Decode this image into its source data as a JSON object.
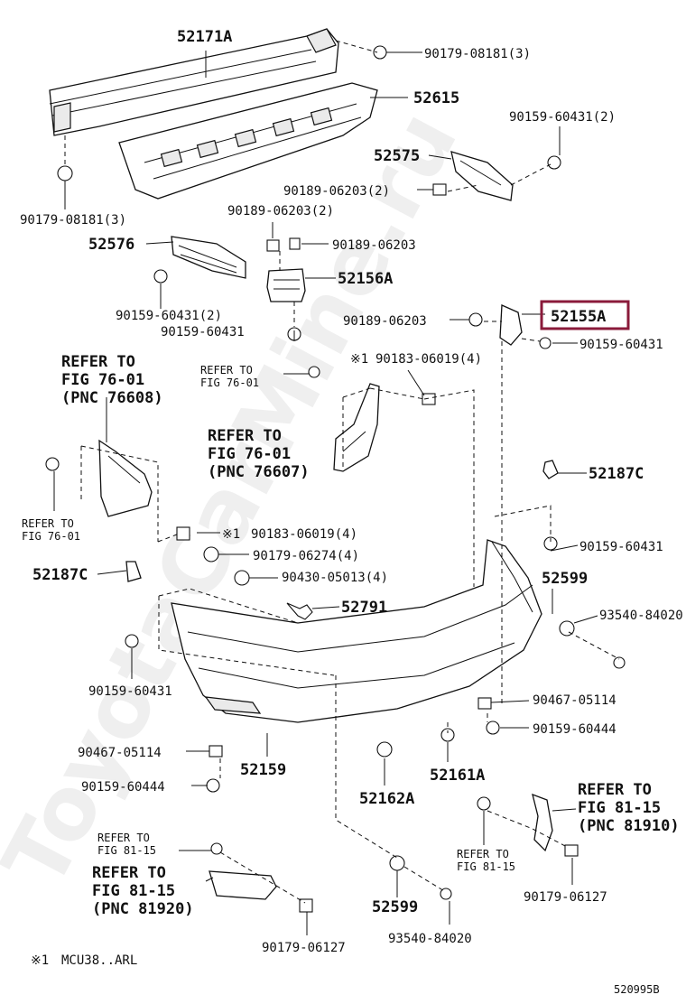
{
  "watermark": "ToyotaCarMine.ru",
  "diagram_code": "520995B",
  "footnote": {
    "mark": "※1",
    "text": "MCU38..ARL"
  },
  "highlighted_part": "52155A",
  "labels": {
    "p52171A": "52171A",
    "p90179_08181_3_top": "90179-08181(3)",
    "p52615": "52615",
    "p90159_60431_2_top": "90159-60431(2)",
    "p52575": "52575",
    "p90189_06203_2_mid": "90189-06203(2)",
    "p90179_08181_3_left": "90179-08181(3)",
    "p90189_06203_2_left": "90189-06203(2)",
    "p52576": "52576",
    "p90189_06203_a": "90189-06203",
    "p52156A": "52156A",
    "p90159_60431_2_left": "90159-60431(2)",
    "p90159_60431_a": "90159-60431",
    "p90189_06203_b": "90189-06203",
    "p52155A": "52155A",
    "p90159_60431_b": "90159-60431",
    "p90183_06019_4_top": "90183-06019(4)",
    "p90183_06019_4_mid": "90183-06019(4)",
    "p90179_06274_4": "90179-06274(4)",
    "p90430_05013_4": "90430-05013(4)",
    "p52187C_right": "52187C",
    "p90159_60431_c": "90159-60431",
    "p52187C_left": "52187C",
    "p52791": "52791",
    "p52599_right": "52599",
    "p93540_84020_right": "93540-84020",
    "p90159_60431_d": "90159-60431",
    "p90467_05114_right": "90467-05114",
    "p90159_60444_right": "90159-60444",
    "p90467_05114_left": "90467-05114",
    "p52159": "52159",
    "p90159_60444_left": "90159-60444",
    "p52162A": "52162A",
    "p52161A": "52161A",
    "p52599_bottom": "52599",
    "p93540_84020_bottom": "93540-84020",
    "p90179_06127_right": "90179-06127",
    "p90179_06127_bottom": "90179-06127"
  },
  "refs": {
    "ref_76_01_76608": [
      "REFER TO",
      "FIG 76-01",
      "(PNC 76608)"
    ],
    "ref_76_01_small_top": [
      "REFER TO",
      "FIG 76-01"
    ],
    "ref_76_01_76607": [
      "REFER TO",
      "FIG 76-01",
      "(PNC 76607)"
    ],
    "ref_76_01_small_left": [
      "REFER TO",
      "FIG 76-01"
    ],
    "ref_81_15_81910": [
      "REFER TO",
      "FIG 81-15",
      "(PNC 81910)"
    ],
    "ref_81_15_small_right": [
      "REFER TO",
      "FIG 81-15"
    ],
    "ref_81_15_small_left": [
      "REFER TO",
      "FIG 81-15"
    ],
    "ref_81_15_81920": [
      "REFER TO",
      "FIG 81-15",
      "(PNC 81920)"
    ]
  },
  "colors": {
    "highlight": "#8a1a3a",
    "ink": "#111111"
  }
}
